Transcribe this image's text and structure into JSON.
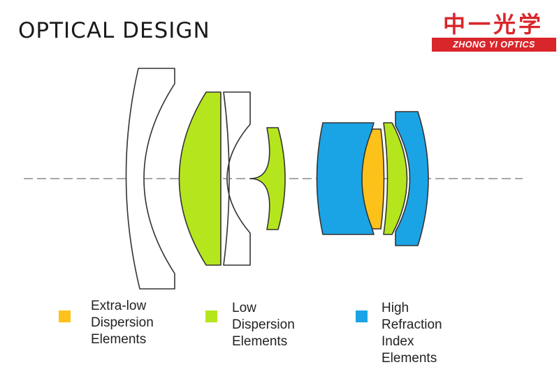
{
  "title": "OPTICAL DESIGN",
  "logo": {
    "chinese": "中一光学",
    "english": "ZHONG YI OPTICS"
  },
  "colors": {
    "extra_low_dispersion": "#fdc21a",
    "low_dispersion": "#b5e61d",
    "high_refraction": "#1ba4e5",
    "outline": "#333333",
    "axis": "#8a8a8a",
    "brand": "#d9262b"
  },
  "legend": [
    {
      "label_lines": [
        "Extra-low",
        "Dispersion",
        "Elements"
      ],
      "color_key": "extra_low_dispersion"
    },
    {
      "label_lines": [
        "Low Dispersion",
        "Elements"
      ],
      "color_key": "low_dispersion"
    },
    {
      "label_lines": [
        "High Refraction Index",
        "Elements"
      ],
      "color_key": "high_refraction"
    }
  ],
  "lens_elements": [
    {
      "id": 1,
      "type": "meniscus",
      "material": "standard"
    },
    {
      "id": 2,
      "type": "plano-convex",
      "material": "low_dispersion"
    },
    {
      "id": 3,
      "type": "meniscus",
      "material": "standard"
    },
    {
      "id": 4,
      "type": "meniscus",
      "material": "low_dispersion"
    },
    {
      "id": 5,
      "type": "concave",
      "material": "high_refraction"
    },
    {
      "id": 6,
      "type": "biconvex",
      "material": "extra_low_dispersion"
    },
    {
      "id": 7,
      "type": "biconvex",
      "material": "low_dispersion"
    },
    {
      "id": 8,
      "type": "meniscus",
      "material": "high_refraction"
    }
  ]
}
